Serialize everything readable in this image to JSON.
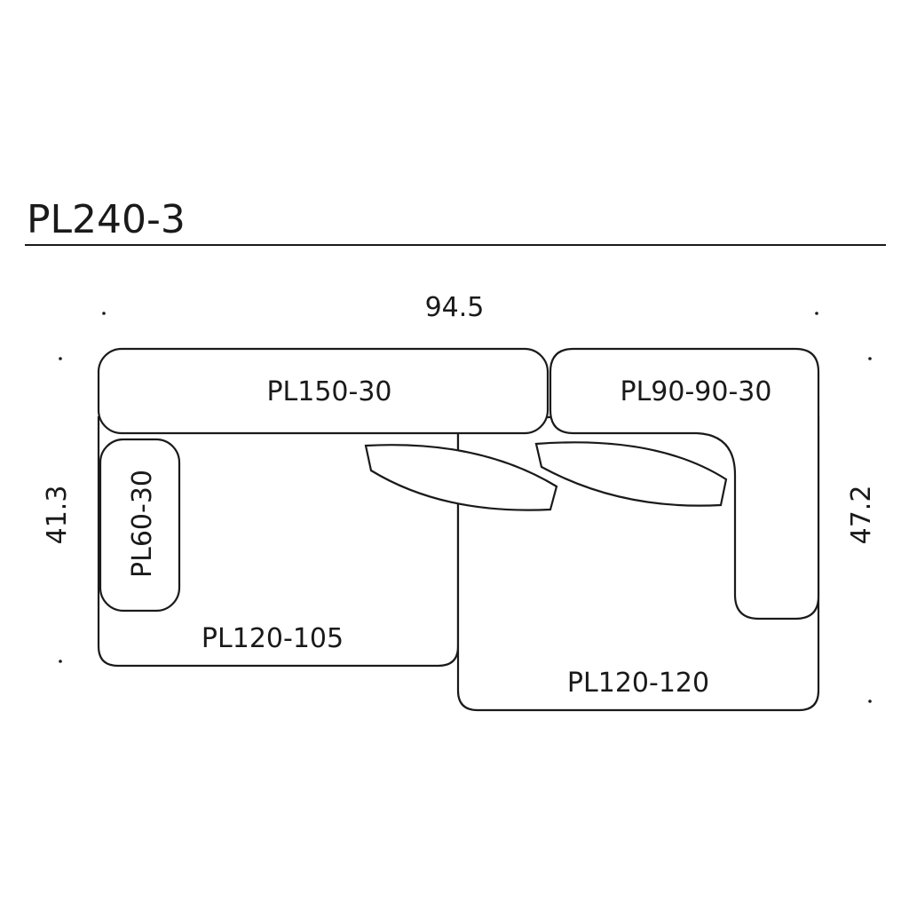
{
  "title": "PL240-3",
  "dimensions": {
    "width": "94.5",
    "left_depth": "41.3",
    "right_depth": "47.2"
  },
  "modules": {
    "back_left": "PL150-30",
    "back_right": "PL90-90-30",
    "arm_left": "PL60-30",
    "seat_left": "PL120-105",
    "seat_right": "PL120-120"
  }
}
